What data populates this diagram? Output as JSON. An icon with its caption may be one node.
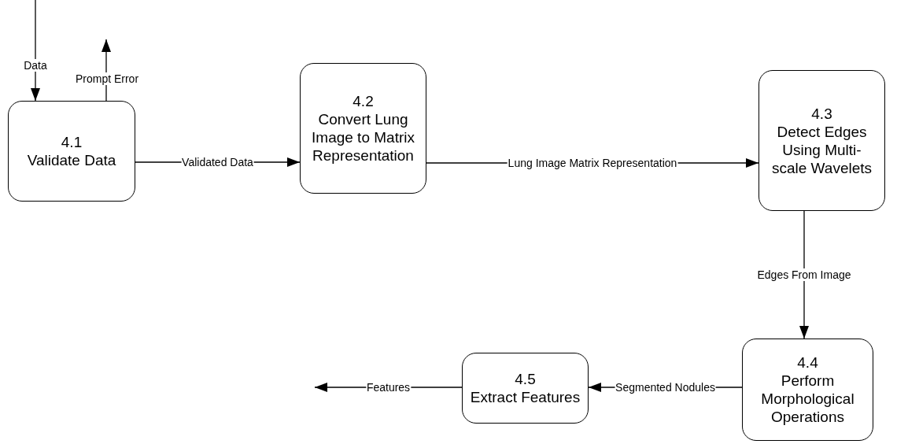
{
  "diagram": {
    "nodes": [
      {
        "text": [
          "4.1",
          "Validate Data"
        ]
      },
      {
        "text": [
          "4.2",
          "Convert Lung Image to Matrix Representation"
        ]
      },
      {
        "text": [
          "4.3",
          "Detect Edges Using Multi-scale Wavelets"
        ]
      },
      {
        "text": [
          "4.4",
          "Perform Morphological Operations"
        ]
      },
      {
        "text": [
          "4.5",
          "Extract Features"
        ]
      }
    ],
    "edges": [
      {
        "from": null,
        "to": 0,
        "arrow": "to",
        "label": "Data"
      },
      {
        "from": 0,
        "to": null,
        "arrow": "to",
        "label": "Prompt Error"
      },
      {
        "from": 0,
        "to": 1,
        "arrow": "to",
        "label": "Validated Data"
      },
      {
        "from": 1,
        "to": 2,
        "arrow": "to",
        "label": "Lung Image Matrix Representation"
      },
      {
        "from": 2,
        "to": 3,
        "arrow": "to",
        "label": "Edges From Image"
      },
      {
        "from": 3,
        "to": 4,
        "arrow": "to",
        "label": "Segmented Nodules"
      },
      {
        "from": 4,
        "to": null,
        "arrow": "to",
        "label": "Features"
      }
    ]
  }
}
